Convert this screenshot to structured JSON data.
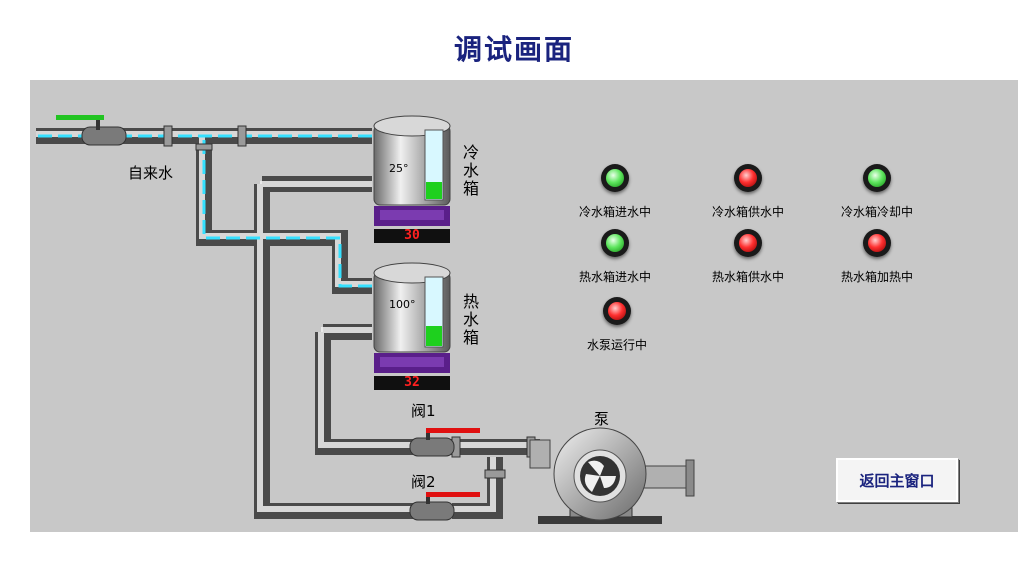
{
  "title": "调试画面",
  "labels": {
    "tap_water": "自来水",
    "cold_tank": "冷水箱",
    "hot_tank": "热水箱",
    "valve1": "阀1",
    "valve2": "阀2",
    "pump": "泵"
  },
  "tanks": {
    "cold": {
      "temp": "25°",
      "display": "30",
      "level": 0.25
    },
    "hot": {
      "temp": "100°",
      "display": "32",
      "level": 0.3
    }
  },
  "indicators": [
    {
      "label": "冷水箱进水中",
      "state": "green"
    },
    {
      "label": "冷水箱供水中",
      "state": "red"
    },
    {
      "label": "冷水箱冷却中",
      "state": "green"
    },
    {
      "label": "热水箱进水中",
      "state": "green"
    },
    {
      "label": "热水箱供水中",
      "state": "red"
    },
    {
      "label": "热水箱加热中",
      "state": "red"
    },
    {
      "label": "水泵运行中",
      "state": "red"
    }
  ],
  "button": {
    "return_main": "返回主窗口"
  },
  "colors": {
    "title": "#1a237e",
    "panel": "#c8c8c8",
    "flow": "#35e0ff",
    "level": "#1ed01e"
  }
}
